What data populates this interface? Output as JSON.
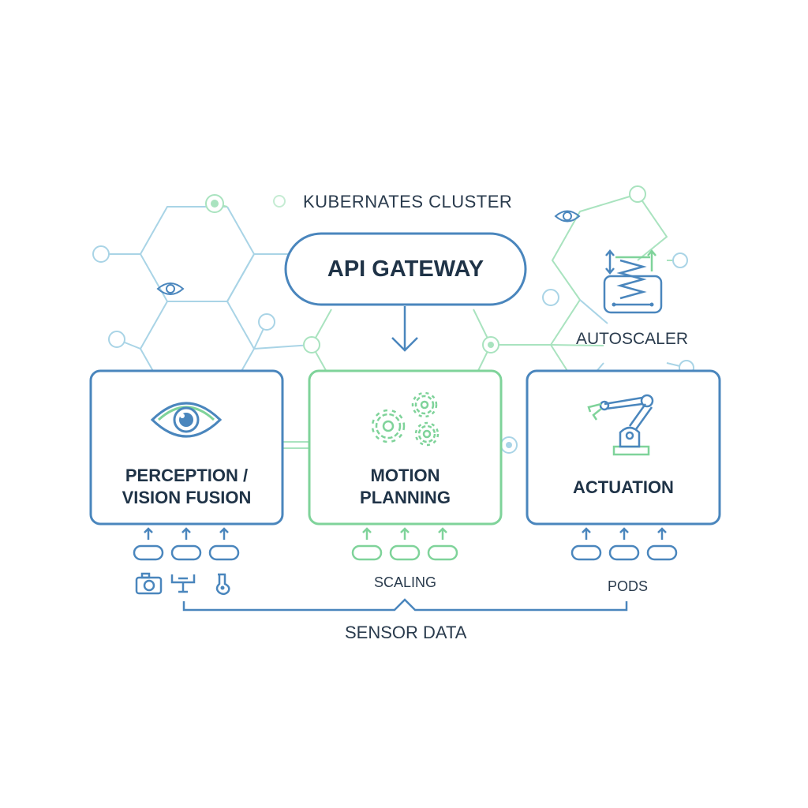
{
  "cluster": {
    "title": "KUBERNATES CLUSTER"
  },
  "gateway": {
    "label": "API GATEWAY"
  },
  "autoscaler": {
    "label": "AUTOSCALER",
    "icon": "autoscaler-spring-icon"
  },
  "services": [
    {
      "id": "perception",
      "lines": [
        "PERCEPTION /",
        "VISION FUSION"
      ],
      "icon": "eye-icon",
      "color": "#4a86bd"
    },
    {
      "id": "motion",
      "lines": [
        "MOTION",
        "PLANNING"
      ],
      "icon": "gears-icon",
      "color": "#7fd39a"
    },
    {
      "id": "actuation",
      "lines": [
        "ACTUATION"
      ],
      "icon": "robot-arm-icon",
      "color": "#4a86bd"
    }
  ],
  "labels": {
    "scaling": "SCALING",
    "pods": "PODS",
    "sensor_data": "SENSOR DATA"
  },
  "sensor_icons": [
    "camera-icon",
    "lidar-icon",
    "temperature-probe-icon"
  ],
  "colors": {
    "blue": "#4a86bd",
    "green": "#7fd39a",
    "light_blue": "#a9d4e6",
    "text": "#1f3347"
  }
}
